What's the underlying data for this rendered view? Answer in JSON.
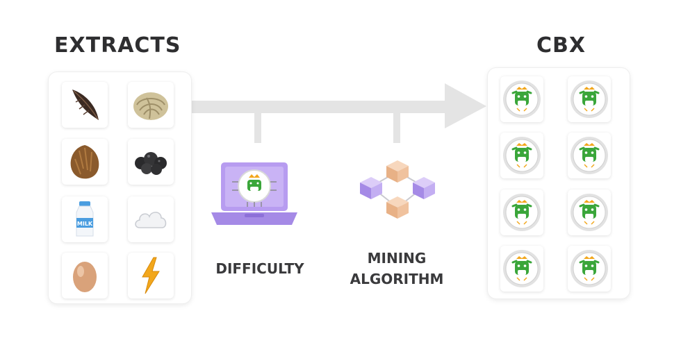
{
  "headings": {
    "left": "EXTRACTS",
    "right": "CBX"
  },
  "labels": {
    "difficulty": "DIFFICULTY",
    "mining_line1": "MINING",
    "mining_line2": "ALGORITHM"
  },
  "extracts": [
    "feather-icon",
    "wool-ball-icon",
    "fur-icon",
    "coal-icon",
    "milk-bottle-icon",
    "cloud-icon",
    "egg-icon",
    "lightning-bolt-icon"
  ],
  "milk_label": "MILK",
  "cbx_coin_count": 8,
  "colors": {
    "heading": "#2e2e30",
    "arrow": "#e3e3e3",
    "coin_green": "#3aa63a",
    "laptop_purple": "#b79cf0",
    "block_orange": "#f0c29e",
    "block_purple": "#c3aef2"
  }
}
